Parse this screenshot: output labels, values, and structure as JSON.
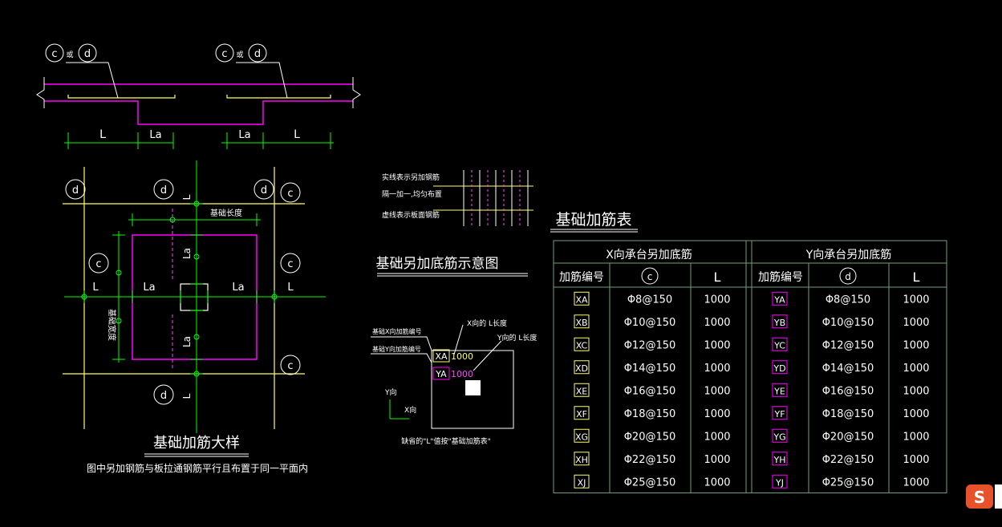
{
  "colors": {
    "background": "#000000",
    "slab_line": "#ff00ff",
    "rebar_line": "#ffff66",
    "dimension_line": "#00ff00",
    "text": "#ffffff",
    "table_border": "#6fa07a",
    "logo": "#e8522a"
  },
  "section": {
    "callout_left": {
      "c": "c",
      "or": "或",
      "d": "d"
    },
    "callout_right": {
      "c": "c",
      "or": "或",
      "d": "d"
    },
    "dims": [
      "L",
      "La",
      "La",
      "L"
    ]
  },
  "plan": {
    "bubbles": [
      "d",
      "d",
      "d",
      "c",
      "c",
      "c",
      "c",
      "d"
    ],
    "dim_top_label": "基础长度",
    "dim_side_label": "基础宽度",
    "dims_h": [
      "L",
      "La",
      "La",
      "L"
    ],
    "dims_v": [
      "L",
      "La",
      "La",
      "L"
    ],
    "title": "基础加筋大样",
    "note": "图中另加钢筋与板拉通钢筋平行且布置于同一平面内"
  },
  "legend": {
    "items": [
      "实线表示另加钢筋",
      "隔一加一,均匀布置",
      "虚线表示板面钢筋"
    ],
    "title": "基础另加底筋示意图"
  },
  "schematic": {
    "label_x_code": "基础X向加筋编号",
    "label_y_code": "基础Y向加筋编号",
    "label_x_len": "X向的 L长度",
    "label_y_len": "Y向的 L长度",
    "xa": "XA",
    "xa_val": "1000",
    "ya": "YA",
    "ya_val": "1000",
    "axis_y": "Y向",
    "axis_x": "X向",
    "caption": "缺省的\"L\"值按\"基础加筋表\""
  },
  "table": {
    "title": "基础加筋表",
    "group_x": "X向承台另加底筋",
    "group_y": "Y向承台另加底筋",
    "headers": [
      "加筋编号",
      "c",
      "L",
      "加筋编号",
      "d",
      "L"
    ],
    "rows": [
      {
        "xcode": "XA",
        "xspec": "Φ8@150",
        "xl": "1000",
        "ycode": "YA",
        "yspec": "Φ8@150",
        "yl": "1000"
      },
      {
        "xcode": "XB",
        "xspec": "Φ10@150",
        "xl": "1000",
        "ycode": "YB",
        "yspec": "Φ10@150",
        "yl": "1000"
      },
      {
        "xcode": "XC",
        "xspec": "Φ12@150",
        "xl": "1000",
        "ycode": "YC",
        "yspec": "Φ12@150",
        "yl": "1000"
      },
      {
        "xcode": "XD",
        "xspec": "Φ14@150",
        "xl": "1000",
        "ycode": "YD",
        "yspec": "Φ14@150",
        "yl": "1000"
      },
      {
        "xcode": "XE",
        "xspec": "Φ16@150",
        "xl": "1000",
        "ycode": "YE",
        "yspec": "Φ16@150",
        "yl": "1000"
      },
      {
        "xcode": "XF",
        "xspec": "Φ18@150",
        "xl": "1000",
        "ycode": "YF",
        "yspec": "Φ18@150",
        "yl": "1000"
      },
      {
        "xcode": "XG",
        "xspec": "Φ20@150",
        "xl": "1000",
        "ycode": "YG",
        "yspec": "Φ20@150",
        "yl": "1000"
      },
      {
        "xcode": "XH",
        "xspec": "Φ22@150",
        "xl": "1000",
        "ycode": "YH",
        "yspec": "Φ22@150",
        "yl": "1000"
      },
      {
        "xcode": "XJ",
        "xspec": "Φ25@150",
        "xl": "1000",
        "ycode": "YJ",
        "yspec": "Φ25@150",
        "yl": "1000"
      }
    ]
  },
  "logo": {
    "glyph": "S",
    "icon": "sogou-logo-icon"
  }
}
